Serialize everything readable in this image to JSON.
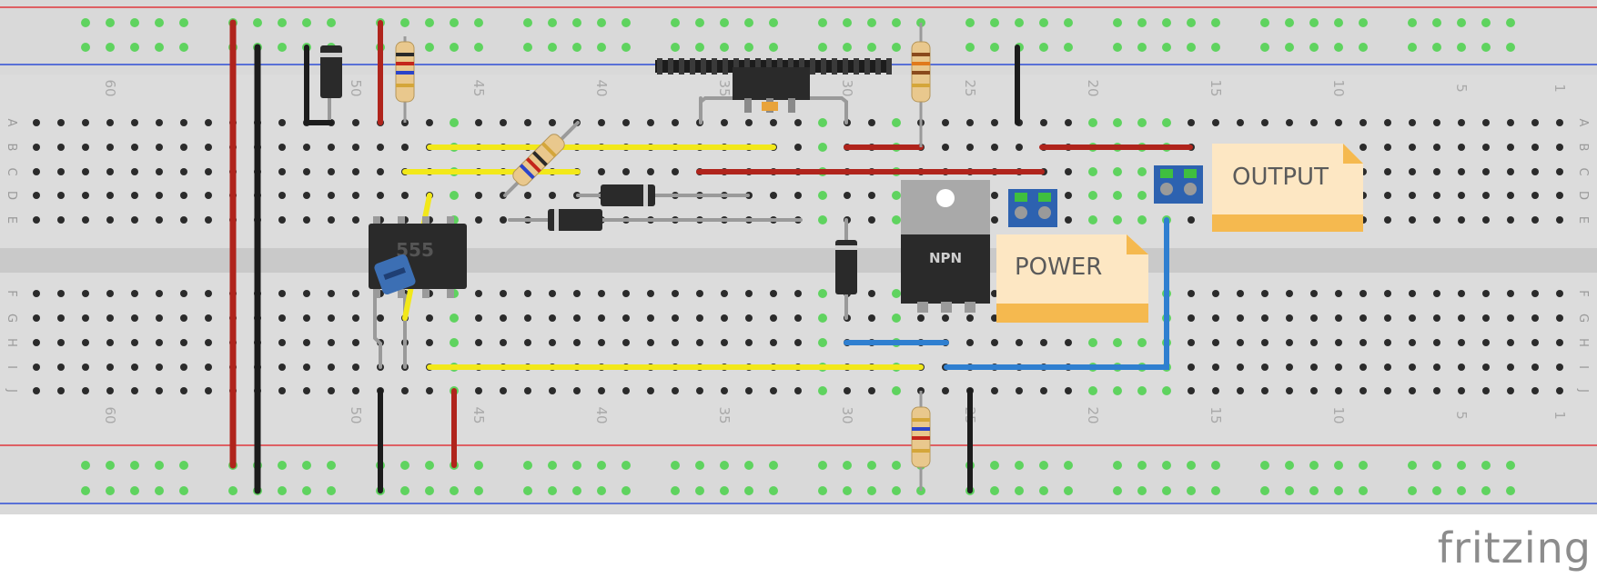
{
  "breadboard": {
    "row_letters": [
      "A",
      "B",
      "C",
      "D",
      "E",
      "F",
      "G",
      "H",
      "I",
      "J"
    ],
    "column_number_labels": [
      "60",
      "50",
      "45",
      "40",
      "35",
      "30",
      "25",
      "20",
      "15",
      "10",
      "5",
      "1"
    ],
    "column_count": 63
  },
  "parts": {
    "ic_label": "555",
    "transistor_label": "NPN",
    "power_note": "POWER",
    "output_note": "OUTPUT"
  },
  "colors": {
    "board": "#dcdcdc",
    "rail_red": "#e0393e",
    "rail_blue": "#2f4fd6",
    "hole_dark": "#2b2b2b",
    "hole_active": "#5fd35f",
    "wire_red": "#b0241c",
    "wire_black": "#1c1c1c",
    "wire_yellow": "#f2e81a",
    "wire_blue": "#2f7fd0",
    "note_fill": "#fde7c3",
    "note_fold": "#f5b94f"
  },
  "branding": {
    "logo_text": "fritzing"
  }
}
